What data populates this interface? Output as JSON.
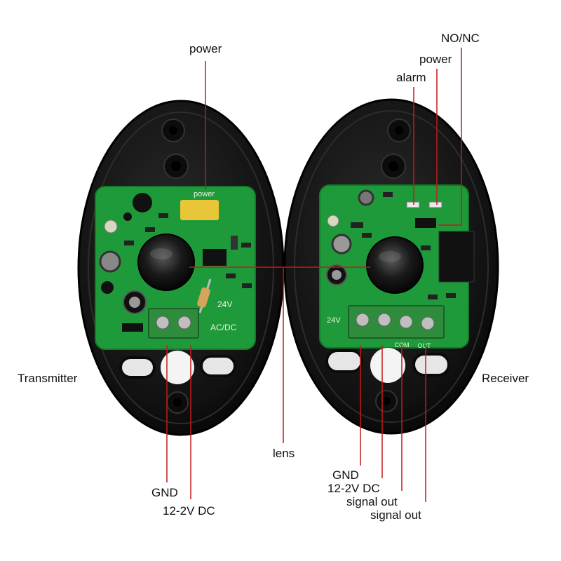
{
  "labels": {
    "tx_power": "power",
    "rx_nonc": "NO/NC",
    "rx_power": "power",
    "rx_alarm": "alarm",
    "transmitter": "Transmitter",
    "receiver": "Receiver",
    "lens": "lens",
    "tx_gnd": "GND",
    "tx_dc": "12-2V DC",
    "rx_gnd": "GND",
    "rx_dc": "12-2V DC",
    "rx_signal_out_1": "signal out",
    "rx_signal_out_2": "signal out"
  },
  "board_text": {
    "tx_power_silk": "power",
    "tx_voltage": "24V",
    "tx_acdc": "AC/DC",
    "rx_voltage": "24V",
    "rx_com": "COM",
    "rx_out": "OUT"
  },
  "colors": {
    "callout_line": "#c41a1a",
    "housing": "#141414",
    "pcb": "#1f9a3a",
    "terminal_block": "#2e8c3c"
  }
}
